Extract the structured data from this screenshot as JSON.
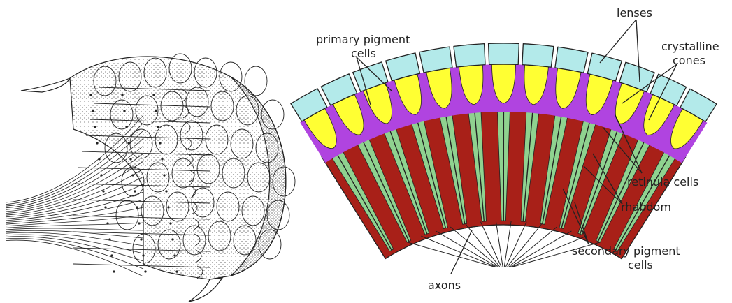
{
  "labels": {
    "primary_pigment_1": "primary pigment",
    "primary_pigment_2": "cells",
    "lenses": "lenses",
    "crystalline_1": "crystalline",
    "crystalline_2": "cones",
    "retinula": "retinula cells",
    "rhabdom": "rhabdom",
    "secondary_1": "secondary pigment",
    "secondary_2": "cells",
    "axons": "axons"
  },
  "colors": {
    "lens": "#b3eaea",
    "cone": "#ffff33",
    "primary_pigment": "#b044e0",
    "retinula": "#8fd28f",
    "secondary_pigment": "#a82018",
    "outline": "#222222"
  },
  "diagram": {
    "ommatidia_count": 13,
    "axon_count": 14
  }
}
